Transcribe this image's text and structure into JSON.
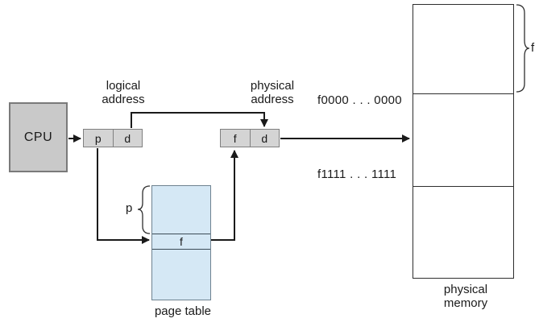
{
  "diagram_type": "paging-hardware",
  "cpu": {
    "label": "CPU"
  },
  "logical_address": {
    "caption": "logical address",
    "fields": {
      "page": "p",
      "offset": "d"
    }
  },
  "physical_address": {
    "caption": "physical address",
    "fields": {
      "frame": "f",
      "offset": "d"
    }
  },
  "page_table": {
    "caption": "page table",
    "index_brace_label": "p",
    "entry_value": "f"
  },
  "physical_memory": {
    "caption": "physical memory",
    "frame_brace_label": "f",
    "frame_start_address": "f0000 . . . 0000",
    "frame_end_address": "f1111 . . . 1111"
  },
  "colors": {
    "cpu_fill": "#c9c9c9",
    "register_fill": "#d4d4d4",
    "page_table_fill": "#d5e8f5",
    "line_color": "#1a1a1a",
    "background": "#ffffff"
  }
}
